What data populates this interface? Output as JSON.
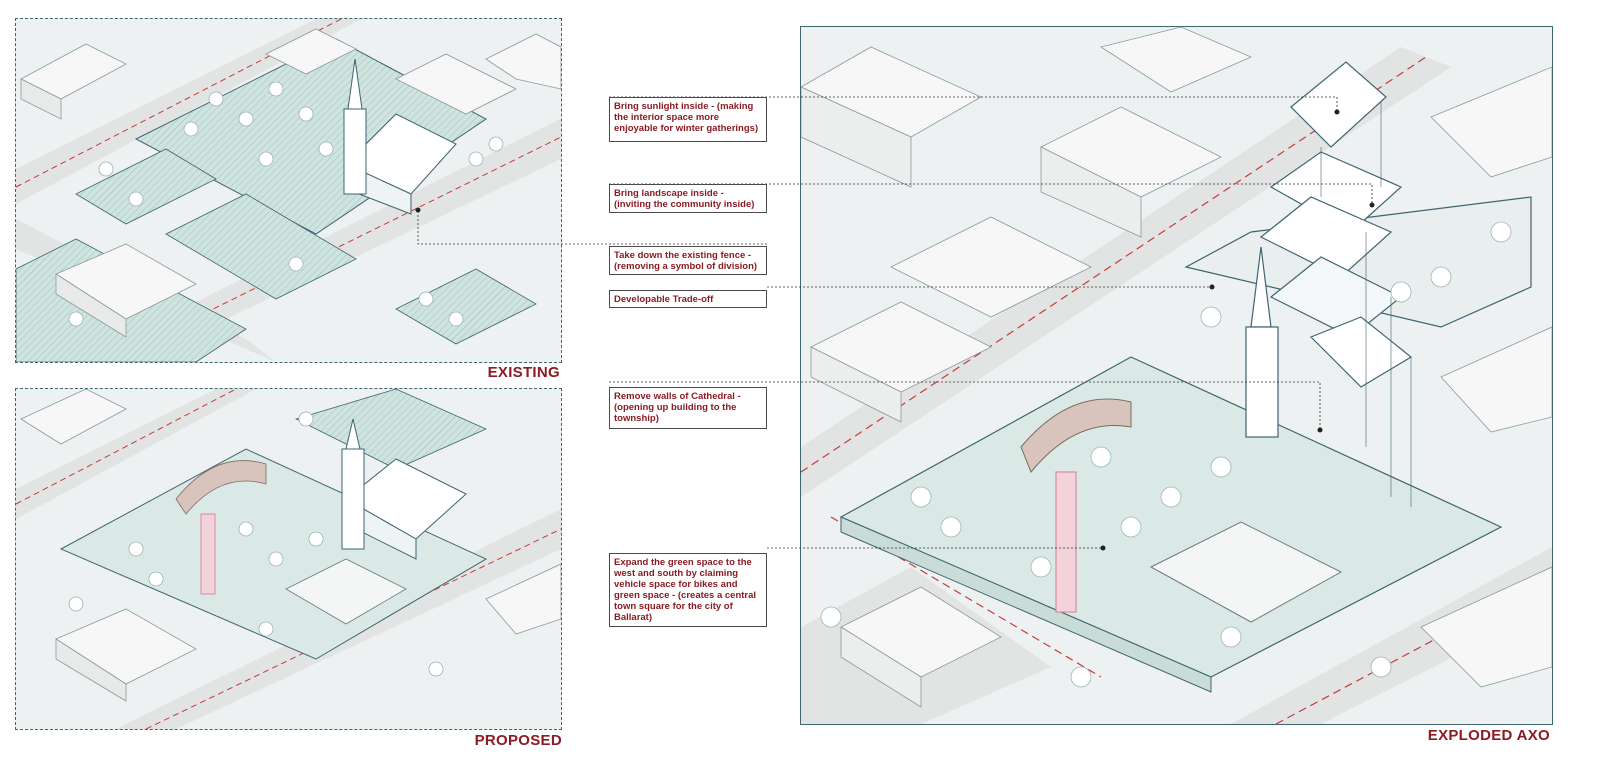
{
  "panels": {
    "existing_label": "EXISTING",
    "proposed_label": "PROPOSED",
    "axo_label": "EXPLODED AXO"
  },
  "notes": {
    "sunlight": "Bring sunlight inside - (making the interior space more enjoyable for winter gatherings)",
    "landscape": "Bring landscape inside - (inviting the community inside)",
    "fence": "Take down the existing fence - (removing a symbol of division)",
    "trade": "Developable Trade-off",
    "walls": "Remove walls of Cathedral - (opening up building to the township)",
    "green": "Expand the green space to the west and south by claiming vehicle space for bikes and green space - (creates a central town square for the city of Ballarat)"
  },
  "colors": {
    "accent_red": "#8b1c24",
    "line_teal": "#3f6570",
    "green_fill": "#cfe3df",
    "building_fill": "#f7f7f7",
    "road_fill": "#e4e6e6"
  }
}
